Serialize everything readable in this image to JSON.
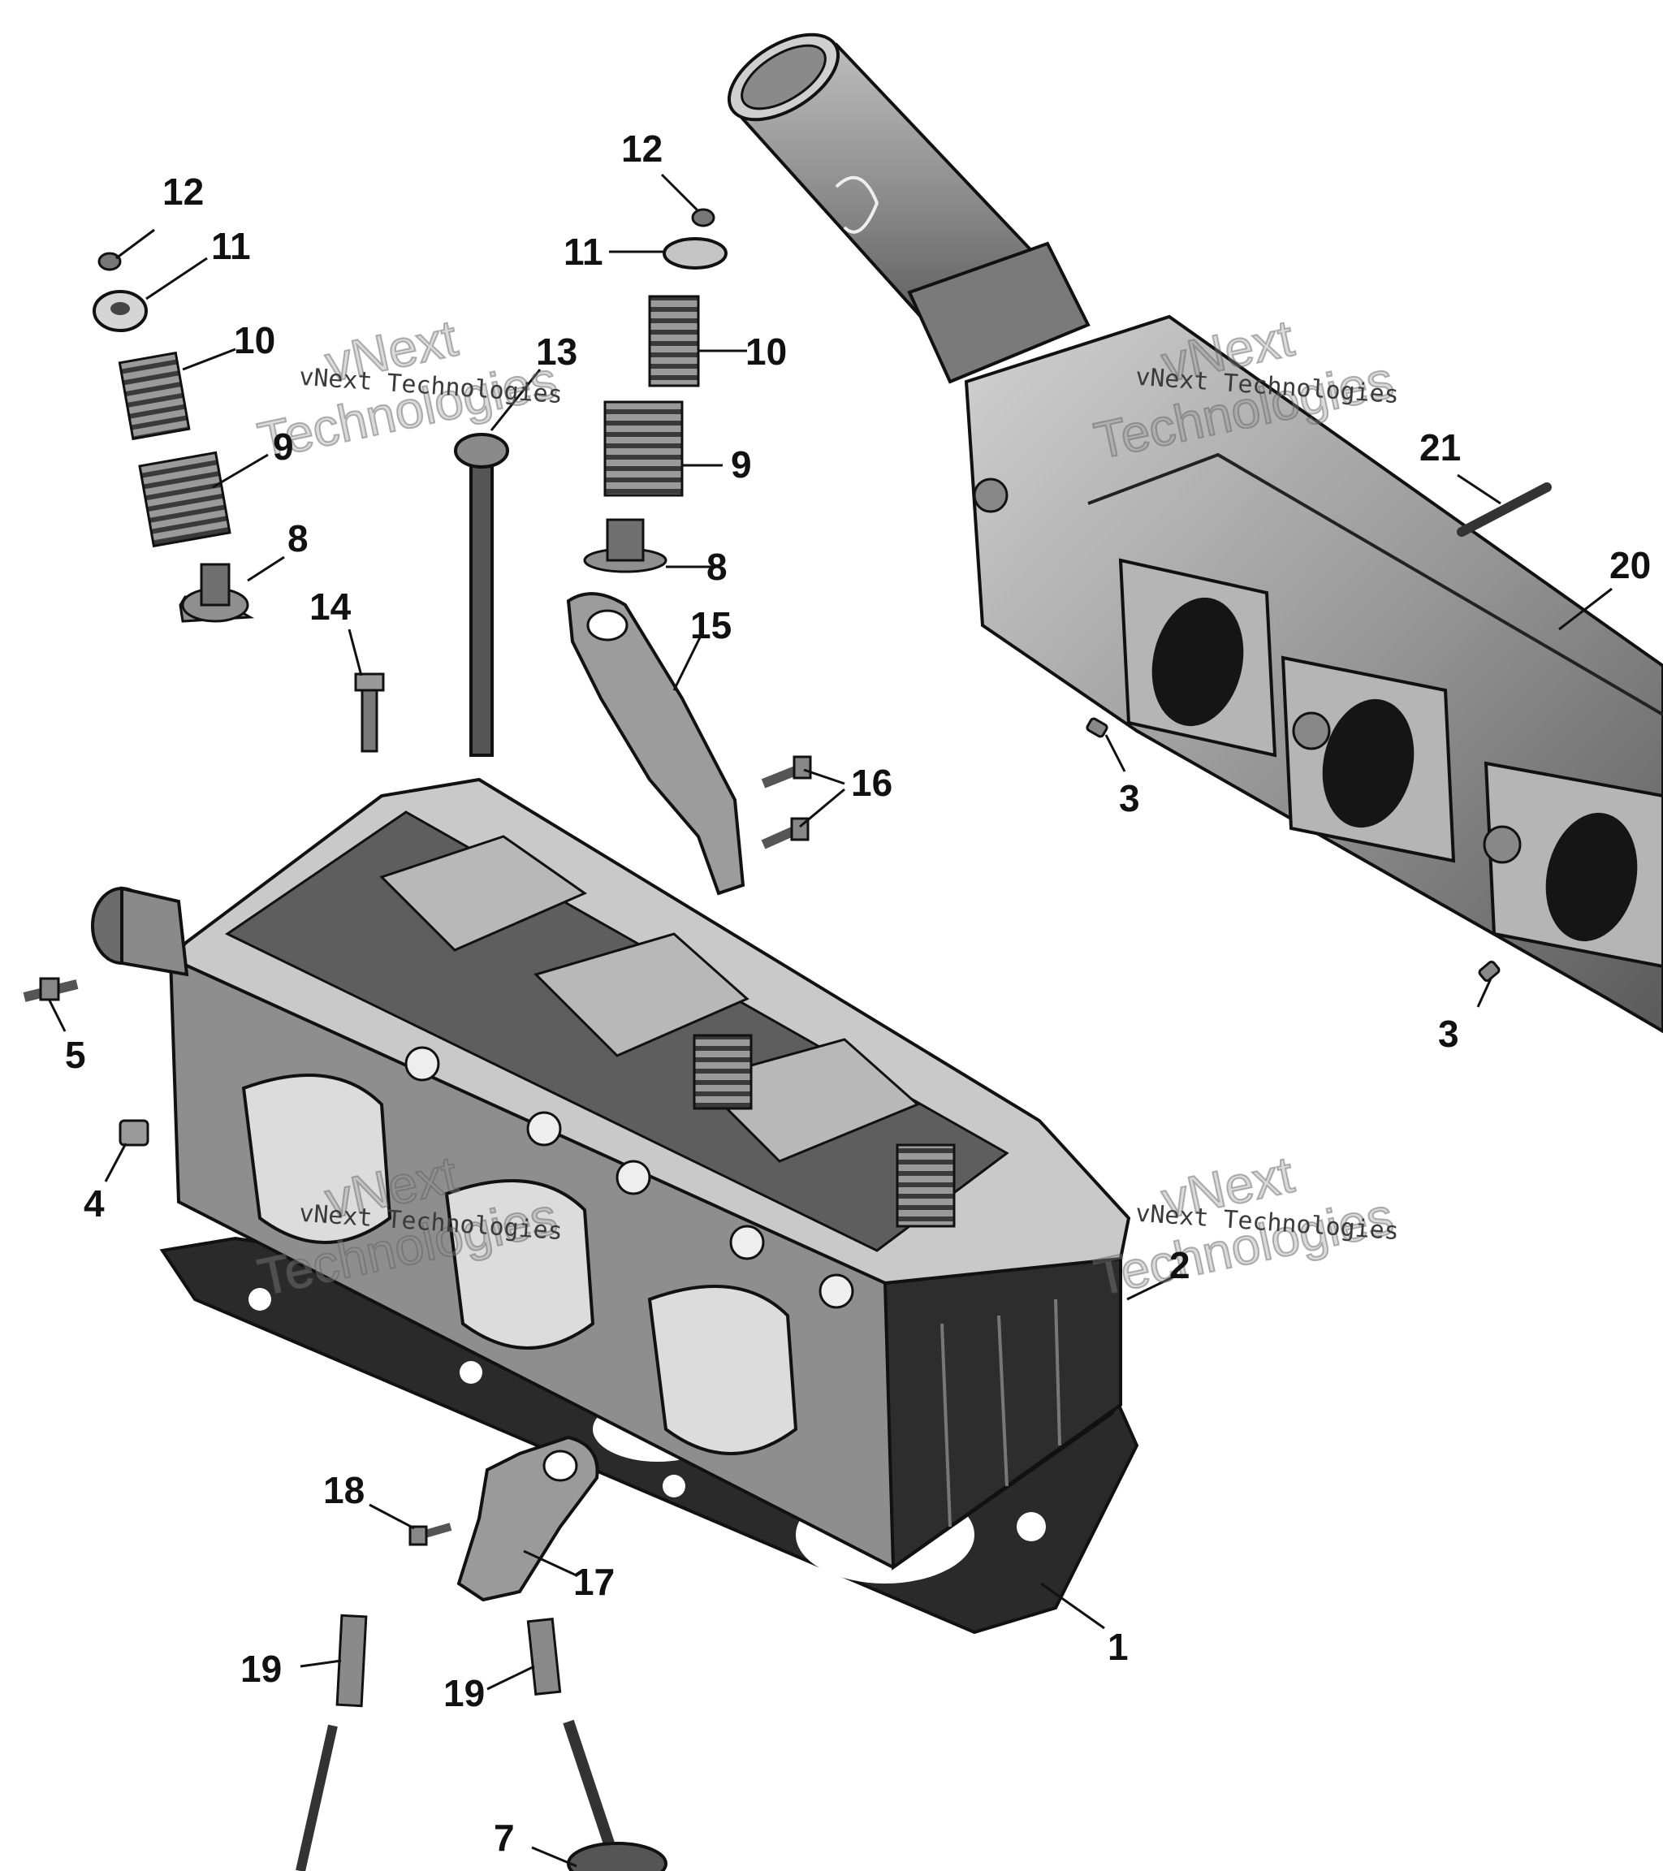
{
  "callouts": [
    {
      "id": "label-12a",
      "text": "12"
    },
    {
      "id": "label-11a",
      "text": "11"
    },
    {
      "id": "label-10a",
      "text": "10"
    },
    {
      "id": "label-9a",
      "text": "9"
    },
    {
      "id": "label-8a",
      "text": "8"
    },
    {
      "id": "label-14",
      "text": "14"
    },
    {
      "id": "label-13",
      "text": "13"
    },
    {
      "id": "label-12b",
      "text": "12"
    },
    {
      "id": "label-11b",
      "text": "11"
    },
    {
      "id": "label-10b",
      "text": "10"
    },
    {
      "id": "label-9b",
      "text": "9"
    },
    {
      "id": "label-8b",
      "text": "8"
    },
    {
      "id": "label-15",
      "text": "15"
    },
    {
      "id": "label-16",
      "text": "16"
    },
    {
      "id": "label-21",
      "text": "21"
    },
    {
      "id": "label-20",
      "text": "20"
    },
    {
      "id": "label-3a",
      "text": "3"
    },
    {
      "id": "label-3b",
      "text": "3"
    },
    {
      "id": "label-5",
      "text": "5"
    },
    {
      "id": "label-4",
      "text": "4"
    },
    {
      "id": "label-2",
      "text": "2"
    },
    {
      "id": "label-18",
      "text": "18"
    },
    {
      "id": "label-17",
      "text": "17"
    },
    {
      "id": "label-1",
      "text": "1"
    },
    {
      "id": "label-19a",
      "text": "19"
    },
    {
      "id": "label-19b",
      "text": "19"
    },
    {
      "id": "label-7",
      "text": "7"
    }
  ],
  "watermark": {
    "small": "vNext Technologies",
    "big_top": "vNext",
    "big_bottom": "Technologies"
  },
  "colors": {
    "ink": "#111111",
    "metal_dark": "#3c3c3c",
    "metal_mid": "#8a8a8a",
    "metal_light": "#c8c8c8",
    "gasket": "#2a2a2a"
  }
}
